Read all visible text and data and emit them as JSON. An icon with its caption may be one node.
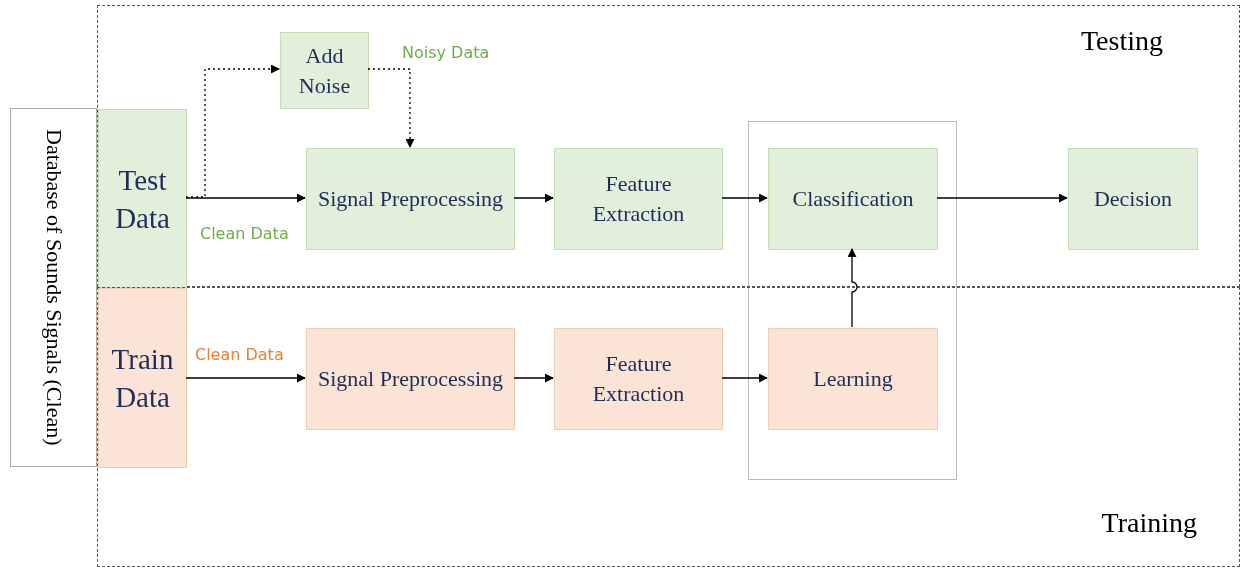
{
  "diagram": {
    "nodes": [
      {
        "text": [
          "Testing"
        ]
      },
      {
        "text": [
          "Training"
        ]
      },
      {
        "text": [
          "Database of Sounds Signals (Clean)"
        ]
      },
      {
        "text": [
          "Test Data"
        ],
        "in": 0
      },
      {
        "text": [
          "Train Data"
        ],
        "in": 1
      },
      {
        "text": [
          "Add Noise"
        ],
        "in": 0
      },
      {
        "text": [
          "Signal Preprocessing"
        ],
        "in": 0
      },
      {
        "text": [
          "Feature Extraction"
        ],
        "in": 0
      },
      {
        "text": [
          "Classification"
        ],
        "in": 0
      },
      {
        "text": [
          "Decision"
        ],
        "in": 0
      },
      {
        "text": [
          "Signal Preprocessing"
        ],
        "in": 1
      },
      {
        "text": [
          "Feature Extraction"
        ],
        "in": 1
      },
      {
        "text": [
          "Learning"
        ],
        "in": 1
      }
    ],
    "edges": [
      {
        "from": 3,
        "to": 6,
        "arrow": "to",
        "label": "Clean Data"
      },
      {
        "from": 3,
        "to": 5,
        "arrow": "to",
        "style": "dashed"
      },
      {
        "from": 5,
        "to": 6,
        "arrow": "to",
        "style": "dashed",
        "label": "Noisy Data"
      },
      {
        "from": 6,
        "to": 7,
        "arrow": "to"
      },
      {
        "from": 7,
        "to": 8,
        "arrow": "to"
      },
      {
        "from": 8,
        "to": 9,
        "arrow": "to"
      },
      {
        "from": 4,
        "to": 10,
        "arrow": "to",
        "label": "Clean Data"
      },
      {
        "from": 10,
        "to": 11,
        "arrow": "to"
      },
      {
        "from": 11,
        "to": 12,
        "arrow": "to"
      },
      {
        "from": 12,
        "to": 8,
        "arrow": "to"
      }
    ]
  }
}
